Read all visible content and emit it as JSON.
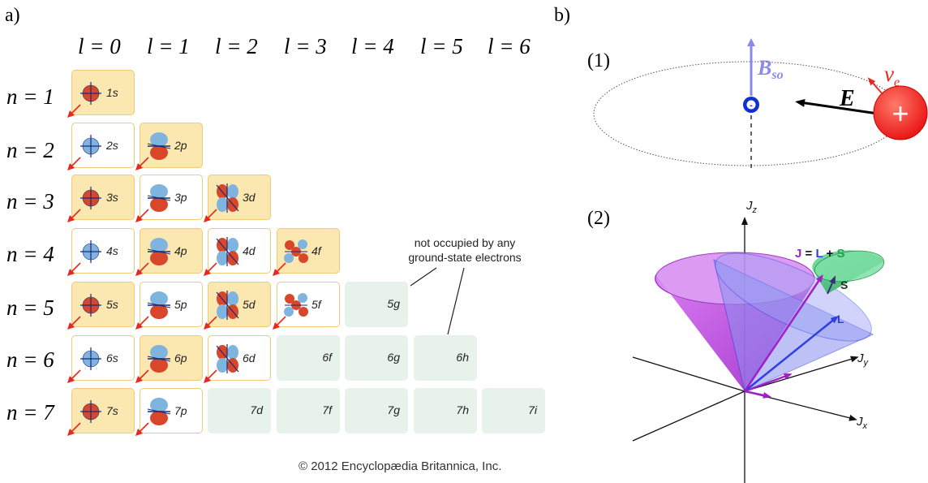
{
  "panel_a": {
    "label": "a)",
    "l_headers": [
      "l = 0",
      "l = 1",
      "l = 2",
      "l = 3",
      "l = 4",
      "l = 5",
      "l = 6"
    ],
    "n_labels": [
      "n = 1",
      "n = 2",
      "n = 3",
      "n = 4",
      "n = 5",
      "n = 6",
      "n = 7"
    ],
    "rows": [
      [
        {
          "label": "1s",
          "state": "occupied",
          "orbital": "s",
          "color": "red"
        }
      ],
      [
        {
          "label": "2s",
          "state": "partial",
          "orbital": "s",
          "color": "blue"
        },
        {
          "label": "2p",
          "state": "occupied",
          "orbital": "p",
          "color": "mix"
        }
      ],
      [
        {
          "label": "3s",
          "state": "occupied",
          "orbital": "s",
          "color": "red"
        },
        {
          "label": "3p",
          "state": "partial",
          "orbital": "p",
          "color": "mix"
        },
        {
          "label": "3d",
          "state": "occupied",
          "orbital": "d",
          "color": "mix"
        }
      ],
      [
        {
          "label": "4s",
          "state": "partial",
          "orbital": "s",
          "color": "blue"
        },
        {
          "label": "4p",
          "state": "occupied",
          "orbital": "p",
          "color": "mix"
        },
        {
          "label": "4d",
          "state": "partial",
          "orbital": "d",
          "color": "mix"
        },
        {
          "label": "4f",
          "state": "occupied",
          "orbital": "f",
          "color": "mix"
        }
      ],
      [
        {
          "label": "5s",
          "state": "occupied",
          "orbital": "s",
          "color": "red"
        },
        {
          "label": "5p",
          "state": "partial",
          "orbital": "p",
          "color": "mix"
        },
        {
          "label": "5d",
          "state": "occupied",
          "orbital": "d",
          "color": "mix"
        },
        {
          "label": "5f",
          "state": "partial",
          "orbital": "f",
          "color": "mix"
        },
        {
          "label": "5g",
          "state": "empty"
        }
      ],
      [
        {
          "label": "6s",
          "state": "partial",
          "orbital": "s",
          "color": "blue"
        },
        {
          "label": "6p",
          "state": "occupied",
          "orbital": "p",
          "color": "mix"
        },
        {
          "label": "6d",
          "state": "partial",
          "orbital": "d",
          "color": "mix"
        },
        {
          "label": "6f",
          "state": "empty"
        },
        {
          "label": "6g",
          "state": "empty"
        },
        {
          "label": "6h",
          "state": "empty"
        }
      ],
      [
        {
          "label": "7s",
          "state": "occupied",
          "orbital": "s",
          "color": "red"
        },
        {
          "label": "7p",
          "state": "partial",
          "orbital": "p",
          "color": "mix"
        },
        {
          "label": "7d",
          "state": "empty"
        },
        {
          "label": "7f",
          "state": "empty"
        },
        {
          "label": "7g",
          "state": "empty"
        },
        {
          "label": "7h",
          "state": "empty"
        },
        {
          "label": "7i",
          "state": "empty"
        }
      ]
    ],
    "note_line1": "not occupied by any",
    "note_line2": "ground-state electrons",
    "copyright": "© 2012 Encyclopædia Britannica, Inc."
  },
  "panel_b": {
    "label": "b)",
    "sub1_label": "(1)",
    "sub2_label": "(2)",
    "b_so_label": "B",
    "b_so_sub": "so",
    "e_label": "E",
    "v_label": "v",
    "v_sub": "e",
    "electron_sign": "-",
    "proton_sign": "+",
    "jz_label": "J",
    "jz_sub": "z",
    "jy_label": "J",
    "jy_sub": "y",
    "jx_label": "J",
    "jx_sub": "x",
    "eq_J": "J",
    "eq_eq": " = ",
    "eq_L": "L",
    "eq_plus": " + ",
    "eq_S": "S",
    "s_label": "S",
    "l_label": "L"
  },
  "colors": {
    "occupied_fill": "#fbe7b0",
    "occupied_border": "#f1c978",
    "empty_fill": "#e6f2ea",
    "arrow_red": "#e8281e",
    "orbital_red": "#d8472a",
    "orbital_blue": "#7fb4df",
    "j_purple": "#a020c8",
    "l_blue": "#2f3fe0",
    "s_green": "#22a050",
    "b_field": "#8a8ae8"
  }
}
